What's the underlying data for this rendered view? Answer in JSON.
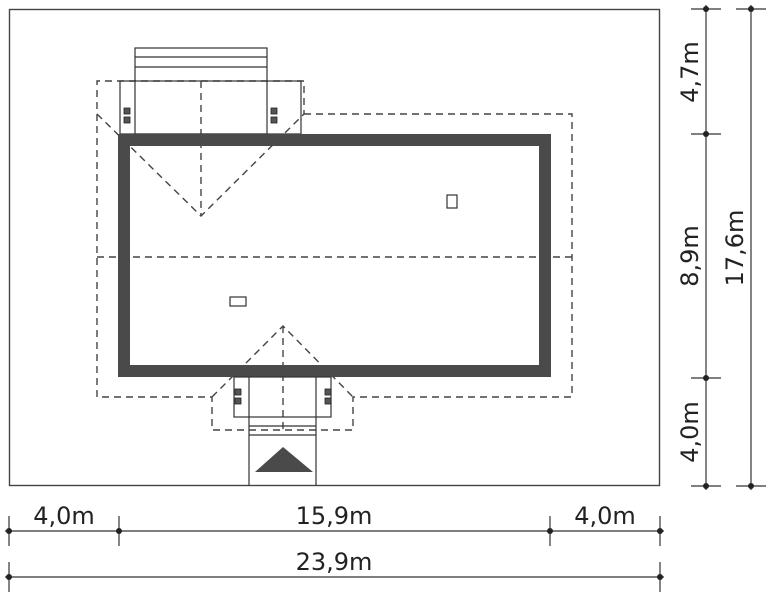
{
  "diagram": {
    "dimensions": {
      "bottom_segments": [
        "4,0m",
        "15,9m",
        "4,0m"
      ],
      "bottom_total": "23,9m",
      "right_segments": [
        "4,7m",
        "8,9m",
        "4,0m"
      ],
      "right_total": "17,6m"
    },
    "colors": {
      "wall": "#4a4a4a",
      "line": "#333333"
    }
  }
}
